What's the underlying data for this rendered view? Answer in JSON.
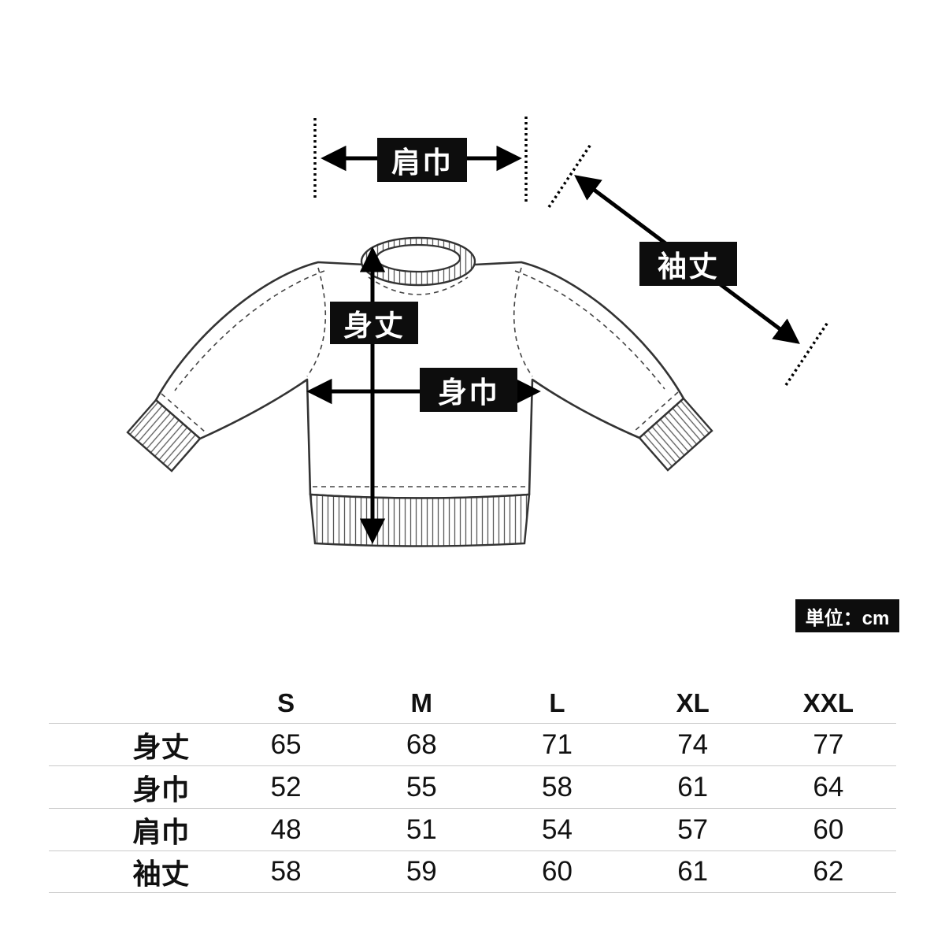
{
  "diagram": {
    "labels": {
      "shoulder_width": "肩巾",
      "sleeve_length": "袖丈",
      "body_length": "身丈",
      "body_width": "身巾"
    },
    "unit_badge": "単位：cm",
    "garment": "crew-neck-sweatshirt-front-view"
  },
  "size_table": {
    "columns": [
      "S",
      "M",
      "L",
      "XL",
      "XXL"
    ],
    "rows": [
      {
        "label": "身丈",
        "values": [
          "65",
          "68",
          "71",
          "74",
          "77"
        ]
      },
      {
        "label": "身巾",
        "values": [
          "52",
          "55",
          "58",
          "61",
          "64"
        ]
      },
      {
        "label": "肩巾",
        "values": [
          "48",
          "51",
          "54",
          "57",
          "60"
        ]
      },
      {
        "label": "袖丈",
        "values": [
          "58",
          "59",
          "60",
          "61",
          "62"
        ]
      }
    ]
  },
  "colors": {
    "line": "#333333",
    "dimension": "#000000",
    "label_bg": "#0d0d0d",
    "label_text": "#ffffff",
    "table_rule": "#c9c9c9"
  }
}
